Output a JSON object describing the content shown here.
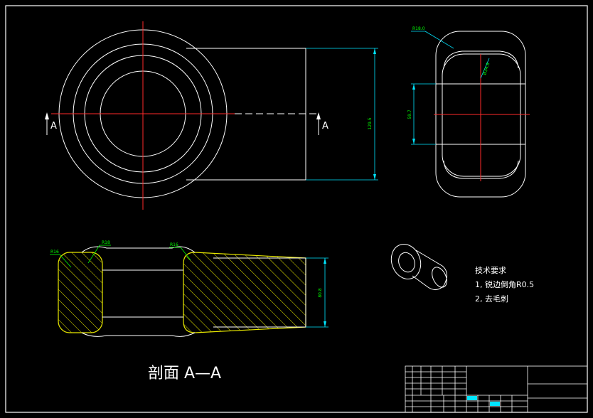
{
  "colors": {
    "background": "#000000",
    "outline": "#ffffff",
    "centerline": "#ff2a2a",
    "dimension": "#00e5ff",
    "leader_text": "#00ff00",
    "hatch": "#e8e800"
  },
  "top_view": {
    "section_mark_left": "A",
    "section_mark_right": "A",
    "dim_height": "129.5"
  },
  "side_view": {
    "dim_radius": "R18.0",
    "dim_diameter": "Ø34.8",
    "dim_height": "59.7"
  },
  "section_view": {
    "radius_left": "R16",
    "radius_mid": "R18",
    "radius_right": "R16",
    "dim_width": "80.8",
    "title": "剖面 A—A"
  },
  "tech_notes": {
    "heading": "技术要求",
    "item1": "1, 锐边倒角R0.5",
    "item2": "2, 去毛刺"
  },
  "title_block": {
    "present": true
  }
}
